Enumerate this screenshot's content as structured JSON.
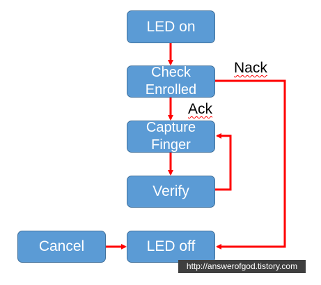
{
  "nodes": {
    "led_on": "LED on",
    "check_enrolled": "Check Enrolled",
    "capture_finger": "Capture Finger",
    "verify": "Verify",
    "led_off": "LED off",
    "cancel": "Cancel"
  },
  "edge_labels": {
    "nack": "Nack",
    "ack": "Ack"
  },
  "watermark": "http://answerofgod.tistory.com",
  "colors": {
    "node_fill": "#5b9bd5",
    "node_border": "#41719c",
    "arrow": "#ff0000",
    "text_on_node": "#ffffff"
  }
}
